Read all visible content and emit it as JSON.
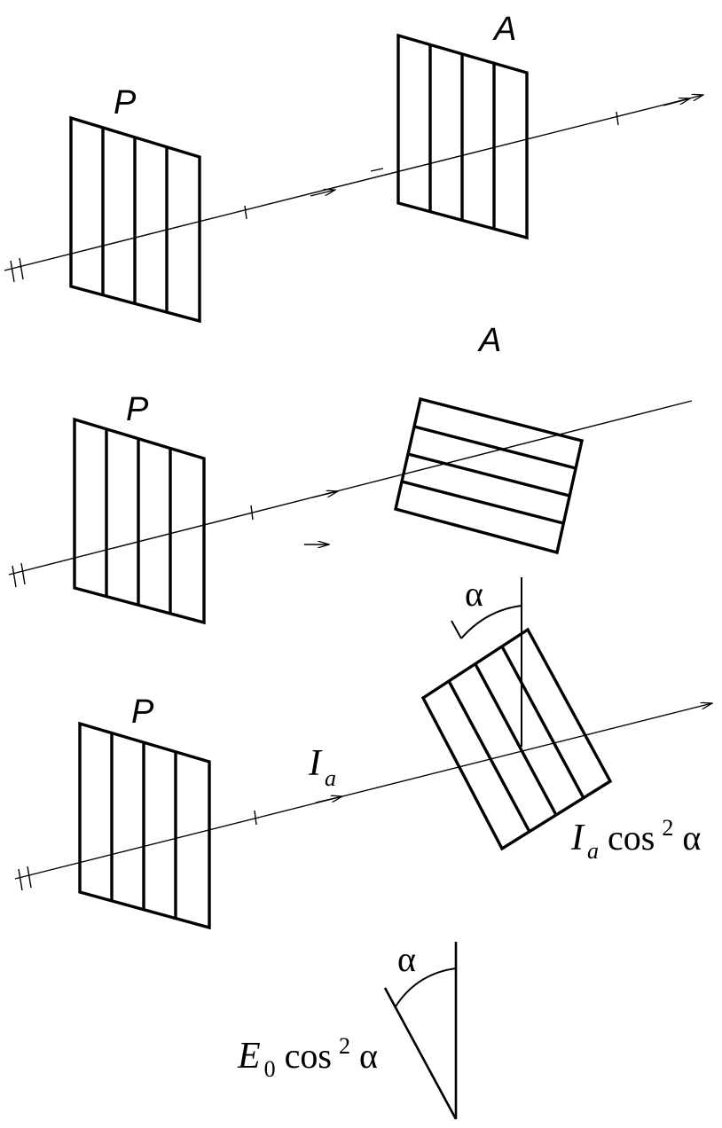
{
  "labels": {
    "polarizer": "P",
    "analyzer": "A",
    "alpha": "α",
    "intensity_symbol": "I",
    "intensity_subscript": "a",
    "cos": "cos",
    "power": "2",
    "field_symbol": "E",
    "field_subscript": "0"
  }
}
